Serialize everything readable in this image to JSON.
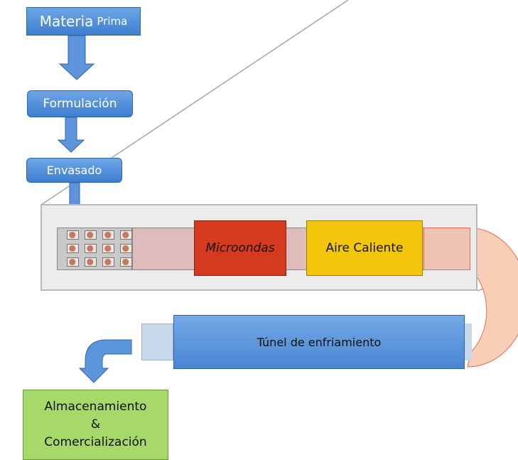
{
  "nodes": {
    "materia": {
      "text": "Materia",
      "suffix": "Prima"
    },
    "formulacion": "Formulación",
    "envasado": "Envasado",
    "microondas": "Microondas",
    "aire": "Aire Caliente",
    "tunel": "Túnel de enfriamiento",
    "almacen": {
      "line1": "Almacenamiento",
      "line2": "&",
      "line3": "Comercialización"
    }
  },
  "colors": {
    "blue": "#4a86d4",
    "microwave": "#d43a1e",
    "hot_air": "#f3c60b",
    "storage": "#a6d86a",
    "belt": "#ddbcbb"
  }
}
